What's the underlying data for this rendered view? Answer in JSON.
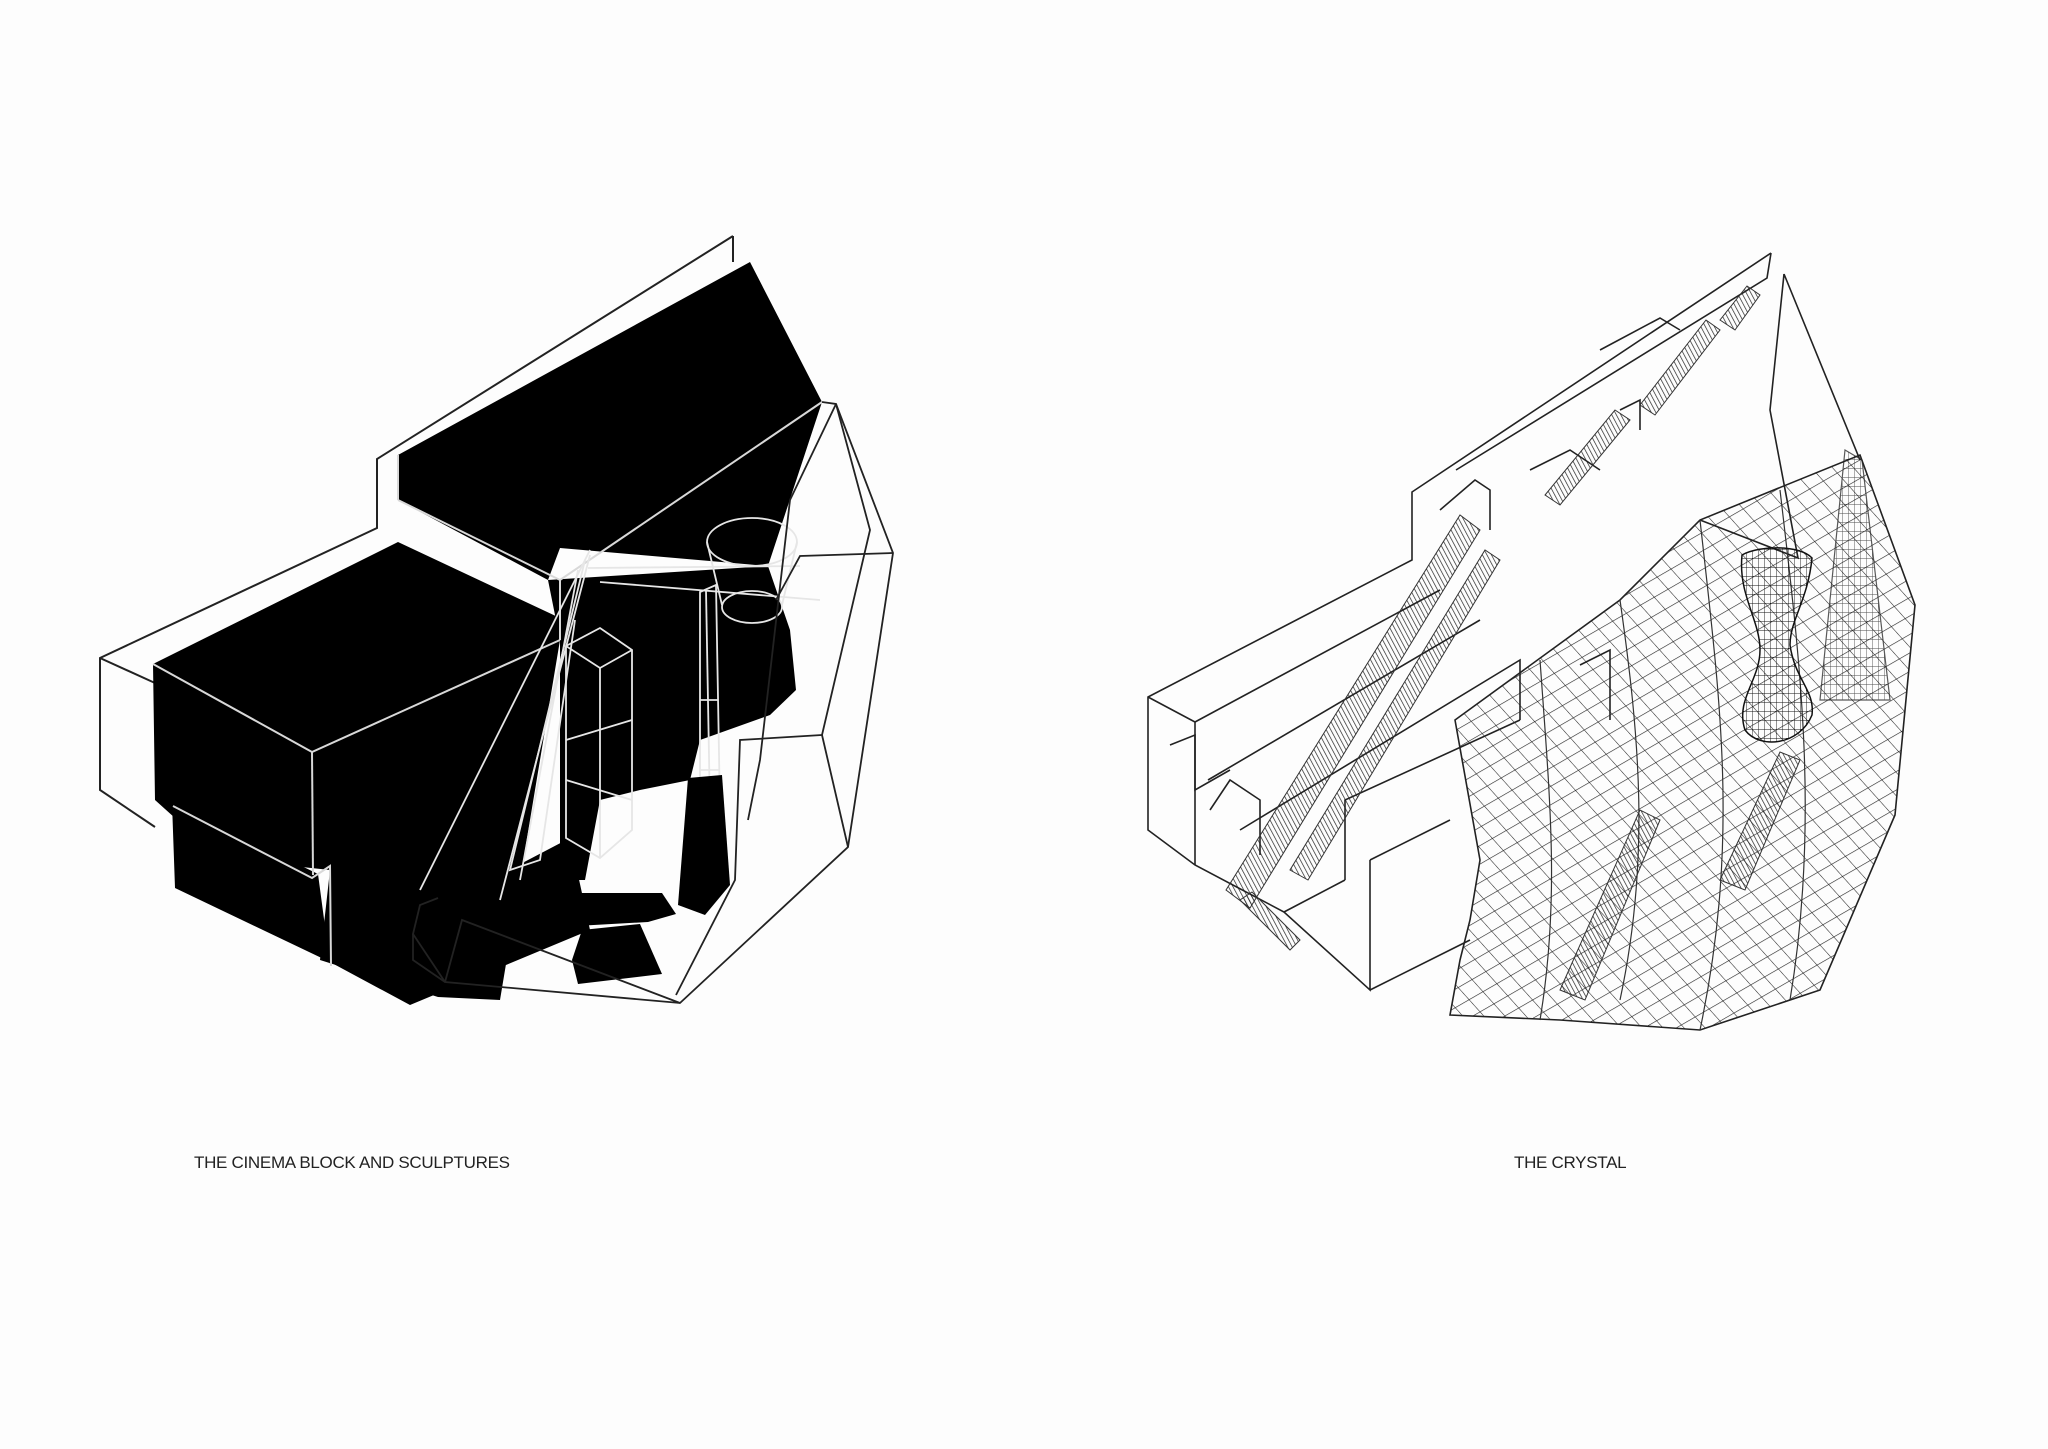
{
  "page": {
    "background": "#ffffff",
    "ink_color": "#111111"
  },
  "drawings": [
    {
      "id": "cinema-block",
      "caption": "THE CINEMA BLOCK AND SCULPTURES",
      "style": "solid black massing with white wireframe sculptures"
    },
    {
      "id": "crystal",
      "caption": "THE CRYSTAL",
      "style": "black line wireframe mesh"
    }
  ]
}
